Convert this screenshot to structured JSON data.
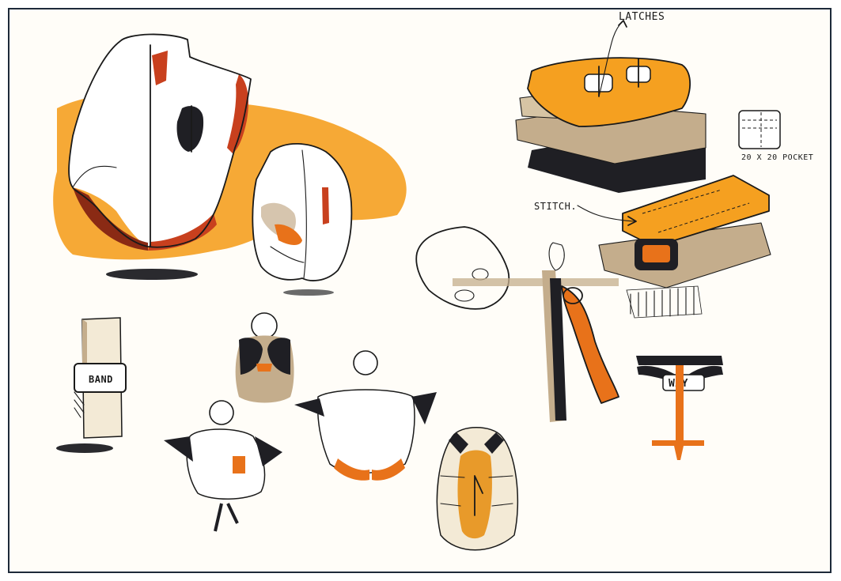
{
  "annotations": {
    "latches": "LATCHES",
    "pocket": "20 X 20 POCKET",
    "stitch": "STITCH.",
    "band": "BAND",
    "way": "WAY"
  },
  "colors": {
    "orange": "#f5a020",
    "deep_orange": "#e8721a",
    "red_orange": "#c8401e",
    "tan": "#c4ad8c",
    "dark": "#1f1f24",
    "paper": "#fffdf8",
    "frame": "#1d2a3a"
  }
}
